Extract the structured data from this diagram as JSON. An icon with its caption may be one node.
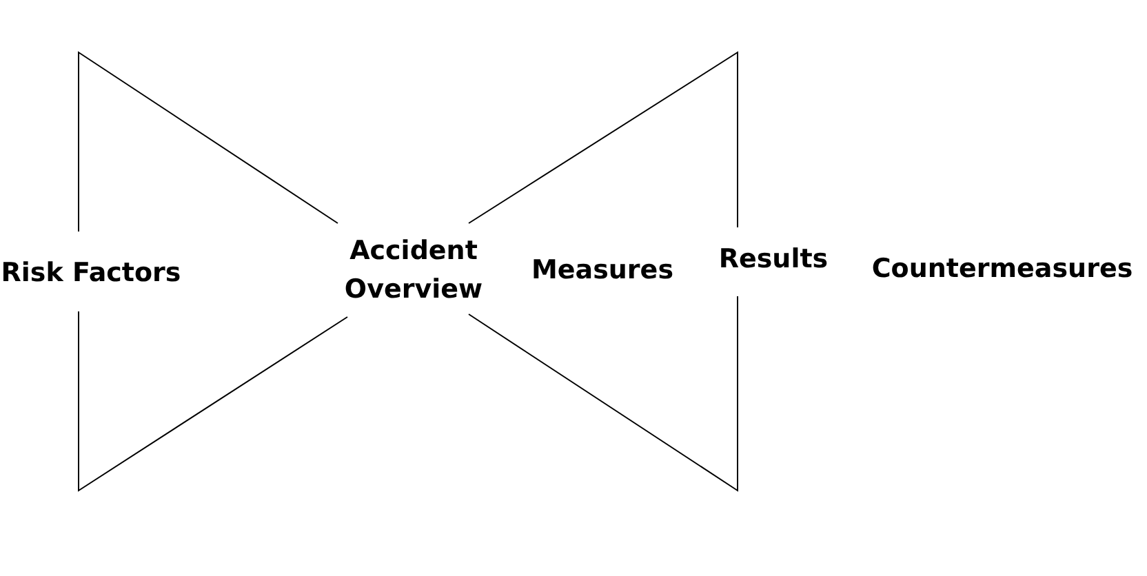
{
  "diagram": {
    "labels": [
      "Risk Factors",
      "Accident Overview",
      "Measures",
      "Results",
      "Countermeasures"
    ]
  }
}
